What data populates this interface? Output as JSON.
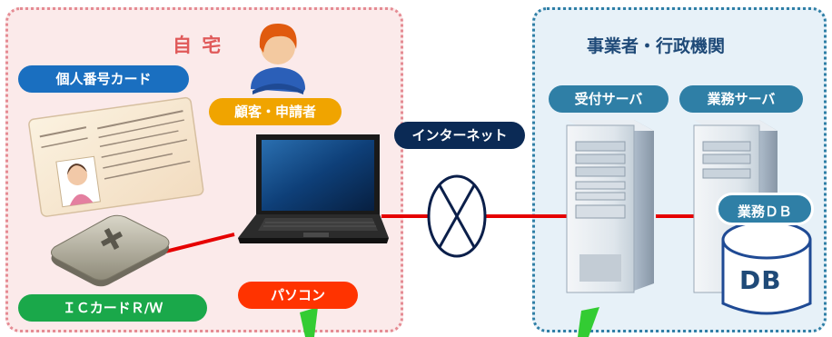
{
  "home": {
    "title": "自 宅",
    "customer_label": "顧客・申請者",
    "card_label": "個人番号カード",
    "reader_label": "ＩＣカードＲ/Ｗ",
    "pc_label": "パソコン"
  },
  "network": {
    "label": "インターネット"
  },
  "business": {
    "title": "事業者・行政機関",
    "reception_server_label": "受付サーバ",
    "business_server_label": "業務サーバ",
    "db_label": "業務ＤＢ",
    "db_text": "DB"
  },
  "colors": {
    "home_bg": "#fbeaea",
    "home_border": "#e58b93",
    "business_bg": "#e7f1f8",
    "business_border": "#2f7fa6",
    "card_pill": "#1a6fc0",
    "customer_pill": "#f0a400",
    "reader_pill": "#1aa84a",
    "pc_pill": "#ff3300",
    "network_pill": "#0b2a55",
    "server_pill": "#2f7fa6",
    "db_pill": "#2f7fa6",
    "connection_line": "#e60000",
    "callout": "#33cc33"
  }
}
